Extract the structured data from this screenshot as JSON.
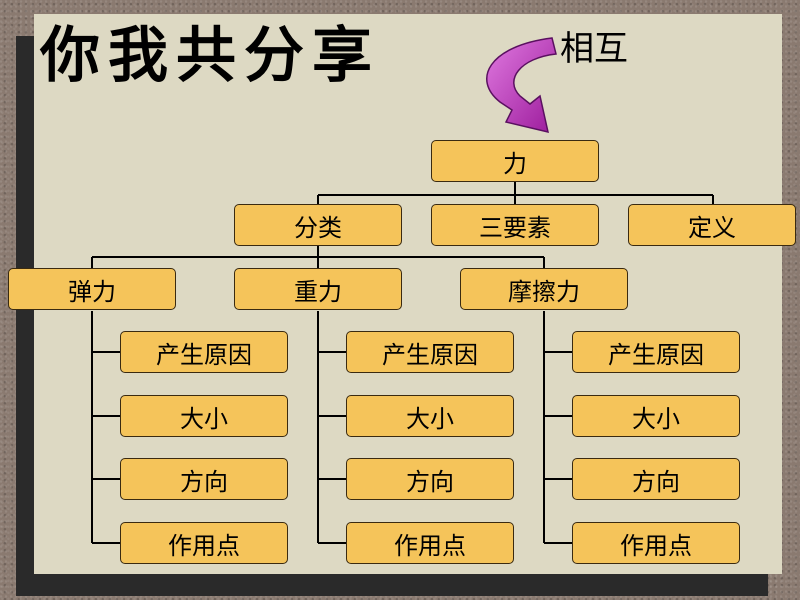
{
  "slide": {
    "title": "你我共分享",
    "mutual_label": "相互"
  },
  "tree": {
    "root": "力",
    "level1": [
      "分类",
      "三要素",
      "定义"
    ],
    "types": [
      "弹力",
      "重力",
      "摩擦力"
    ],
    "attributes": [
      "产生原因",
      "大小",
      "方向",
      "作用点"
    ]
  },
  "colors": {
    "box_fill": "#f5c45a",
    "arrow": "#cc33cc",
    "slide_bg": "#ddd9c3"
  }
}
